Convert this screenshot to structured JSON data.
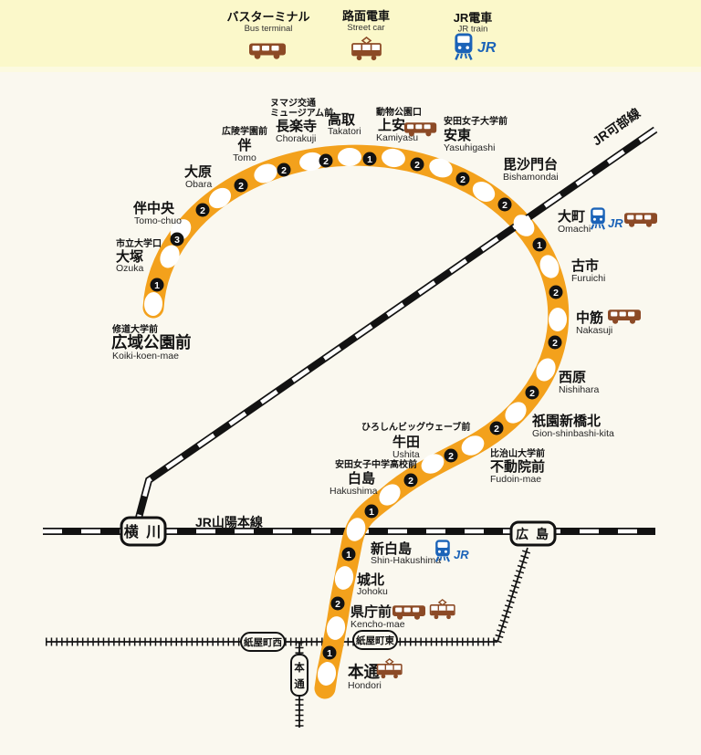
{
  "legend": {
    "items": [
      {
        "title": "バスターミナル",
        "subtitle": "Bus terminal",
        "icon": "bus-icon"
      },
      {
        "title": "路面電車",
        "subtitle": "Street car",
        "icon": "streetcar-icon"
      },
      {
        "title": "JR電車",
        "subtitle": "JR train",
        "icon": "jr-train-icon"
      }
    ]
  },
  "lines": {
    "sanyo": {
      "label": "JR山陽本線"
    },
    "kabe": {
      "label": "JR可部線"
    }
  },
  "jr_logo": "JR",
  "jr_stations": [
    {
      "name": "横 川"
    },
    {
      "name": "広 島"
    }
  ],
  "tram_stops": [
    {
      "name": "紙屋町西"
    },
    {
      "name": "紙屋町東"
    },
    {
      "name": "本通",
      "c1": "本",
      "c2": "通"
    }
  ],
  "stations": [
    {
      "id": "koiki-koen-mae",
      "ann": "修道大学前",
      "ja": "広域公園前",
      "en": "Koiki-koen-mae"
    },
    {
      "id": "ozuka",
      "ann": "市立大学口",
      "ja": "大塚",
      "en": "Ozuka"
    },
    {
      "id": "tomo-chuo",
      "ja": "伴中央",
      "en": "Tomo-chuo"
    },
    {
      "id": "obara",
      "ja": "大原",
      "en": "Obara"
    },
    {
      "id": "tomo",
      "ann": "広陵学園前",
      "ja": "伴",
      "en": "Tomo"
    },
    {
      "id": "chorakuji",
      "ann": "ヌマジ交通",
      "ann2": "ミュージアム前",
      "ja": "長楽寺",
      "en": "Chorakuji"
    },
    {
      "id": "takatori",
      "ja": "高取",
      "en": "Takatori"
    },
    {
      "id": "kamiyasu",
      "ann": "動物公園口",
      "ja": "上安",
      "en": "Kamiyasu"
    },
    {
      "id": "yasuhigashi",
      "ann": "安田女子大学前",
      "ja": "安東",
      "en": "Yasuhigashi"
    },
    {
      "id": "bishamondai",
      "ja": "毘沙門台",
      "en": "Bishamondai"
    },
    {
      "id": "omachi",
      "ja": "大町",
      "en": "Omachi"
    },
    {
      "id": "furuichi",
      "ja": "古市",
      "en": "Furuichi"
    },
    {
      "id": "nakasuji",
      "ja": "中筋",
      "en": "Nakasuji"
    },
    {
      "id": "nishihara",
      "ja": "西原",
      "en": "Nishihara"
    },
    {
      "id": "gion-shinbashi-kita",
      "ja": "祇園新橋北",
      "en": "Gion-shinbashi-kita"
    },
    {
      "id": "fudoin-mae",
      "ann": "比治山大学前",
      "ja": "不動院前",
      "en": "Fudoin-mae"
    },
    {
      "id": "ushita",
      "ann": "ひろしんビッグウェーブ前",
      "ja": "牛田",
      "en": "Ushita"
    },
    {
      "id": "hakushima",
      "ann": "安田女子中学高校前",
      "ja": "白島",
      "en": "Hakushima"
    },
    {
      "id": "shin-hakushima",
      "ja": "新白島",
      "en": "Shin-Hakushima"
    },
    {
      "id": "johoku",
      "ja": "城北",
      "en": "Johoku"
    },
    {
      "id": "kencho-mae",
      "ja": "県庁前",
      "en": "Kencho-mae"
    },
    {
      "id": "hondori",
      "ja": "本通",
      "en": "Hondori"
    }
  ],
  "segments": [
    "1",
    "3",
    "2",
    "2",
    "2",
    "2",
    "1",
    "2",
    "2",
    "2",
    "1",
    "2",
    "2",
    "2",
    "2",
    "2",
    "2",
    "1",
    "1",
    "2",
    "1"
  ],
  "colors": {
    "astram_orange": "#F3A11C",
    "jr_blue": "#1B63B8",
    "bus_brown": "#8C4A26",
    "legend_bg": "#FBF8CA",
    "map_bg": "#FAF8EF"
  }
}
